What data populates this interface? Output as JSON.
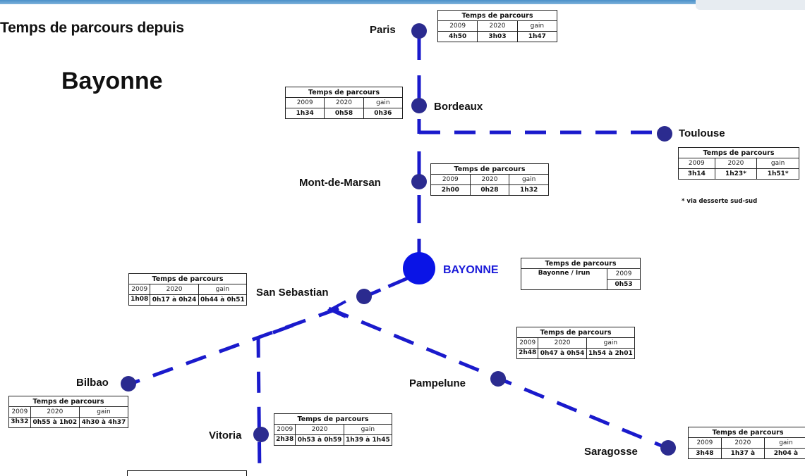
{
  "header": {
    "title_line1": "Temps de parcours depuis",
    "title_line2": "Bayonne"
  },
  "colors": {
    "line": "#1a1acc",
    "node": "#2b2b8f",
    "hub": "#0a14e6",
    "hub_label": "#1a1ad9"
  },
  "cities": {
    "paris": "Paris",
    "bordeaux": "Bordeaux",
    "toulouse": "Toulouse",
    "mont_de_marsan": "Mont-de-Marsan",
    "bayonne": "BAYONNE",
    "san_sebastian": "San Sebastian",
    "bilbao": "Bilbao",
    "pampelune": "Pampelune",
    "vitoria": "Vitoria",
    "saragosse": "Saragosse"
  },
  "tables": {
    "header": "Temps de parcours",
    "col_2009": "2009",
    "col_2020": "2020",
    "col_gain": "gain",
    "paris": {
      "v2009": "4h50",
      "v2020": "3h03",
      "gain": "1h47"
    },
    "bordeaux": {
      "v2009": "1h34",
      "v2020": "0h58",
      "gain": "0h36"
    },
    "toulouse": {
      "v2009": "3h14",
      "v2020": "1h23*",
      "gain": "1h51*"
    },
    "toulouse_note": "* via desserte sud-sud",
    "mont_de_marsan": {
      "v2009": "2h00",
      "v2020": "0h28",
      "gain": "1h32"
    },
    "bayonne_irun": {
      "label": "Bayonne / Irun",
      "v2009": "0h53"
    },
    "san_sebastian": {
      "v2009": "1h08",
      "v2020": "0h17 à 0h24",
      "gain": "0h44 à 0h51"
    },
    "pampelune": {
      "v2009": "2h48",
      "v2020": "0h47 à 0h54",
      "gain": "1h54 à 2h01"
    },
    "bilbao": {
      "v2009": "3h32",
      "v2020": "0h55 à 1h02",
      "gain": "4h30 à 4h37"
    },
    "vitoria": {
      "v2009": "2h38",
      "v2020": "0h53 à 0h59",
      "gain": "1h39 à 1h45"
    },
    "saragosse": {
      "v2009": "3h48",
      "v2020": "1h37 à",
      "gain": "2h04 à"
    }
  }
}
